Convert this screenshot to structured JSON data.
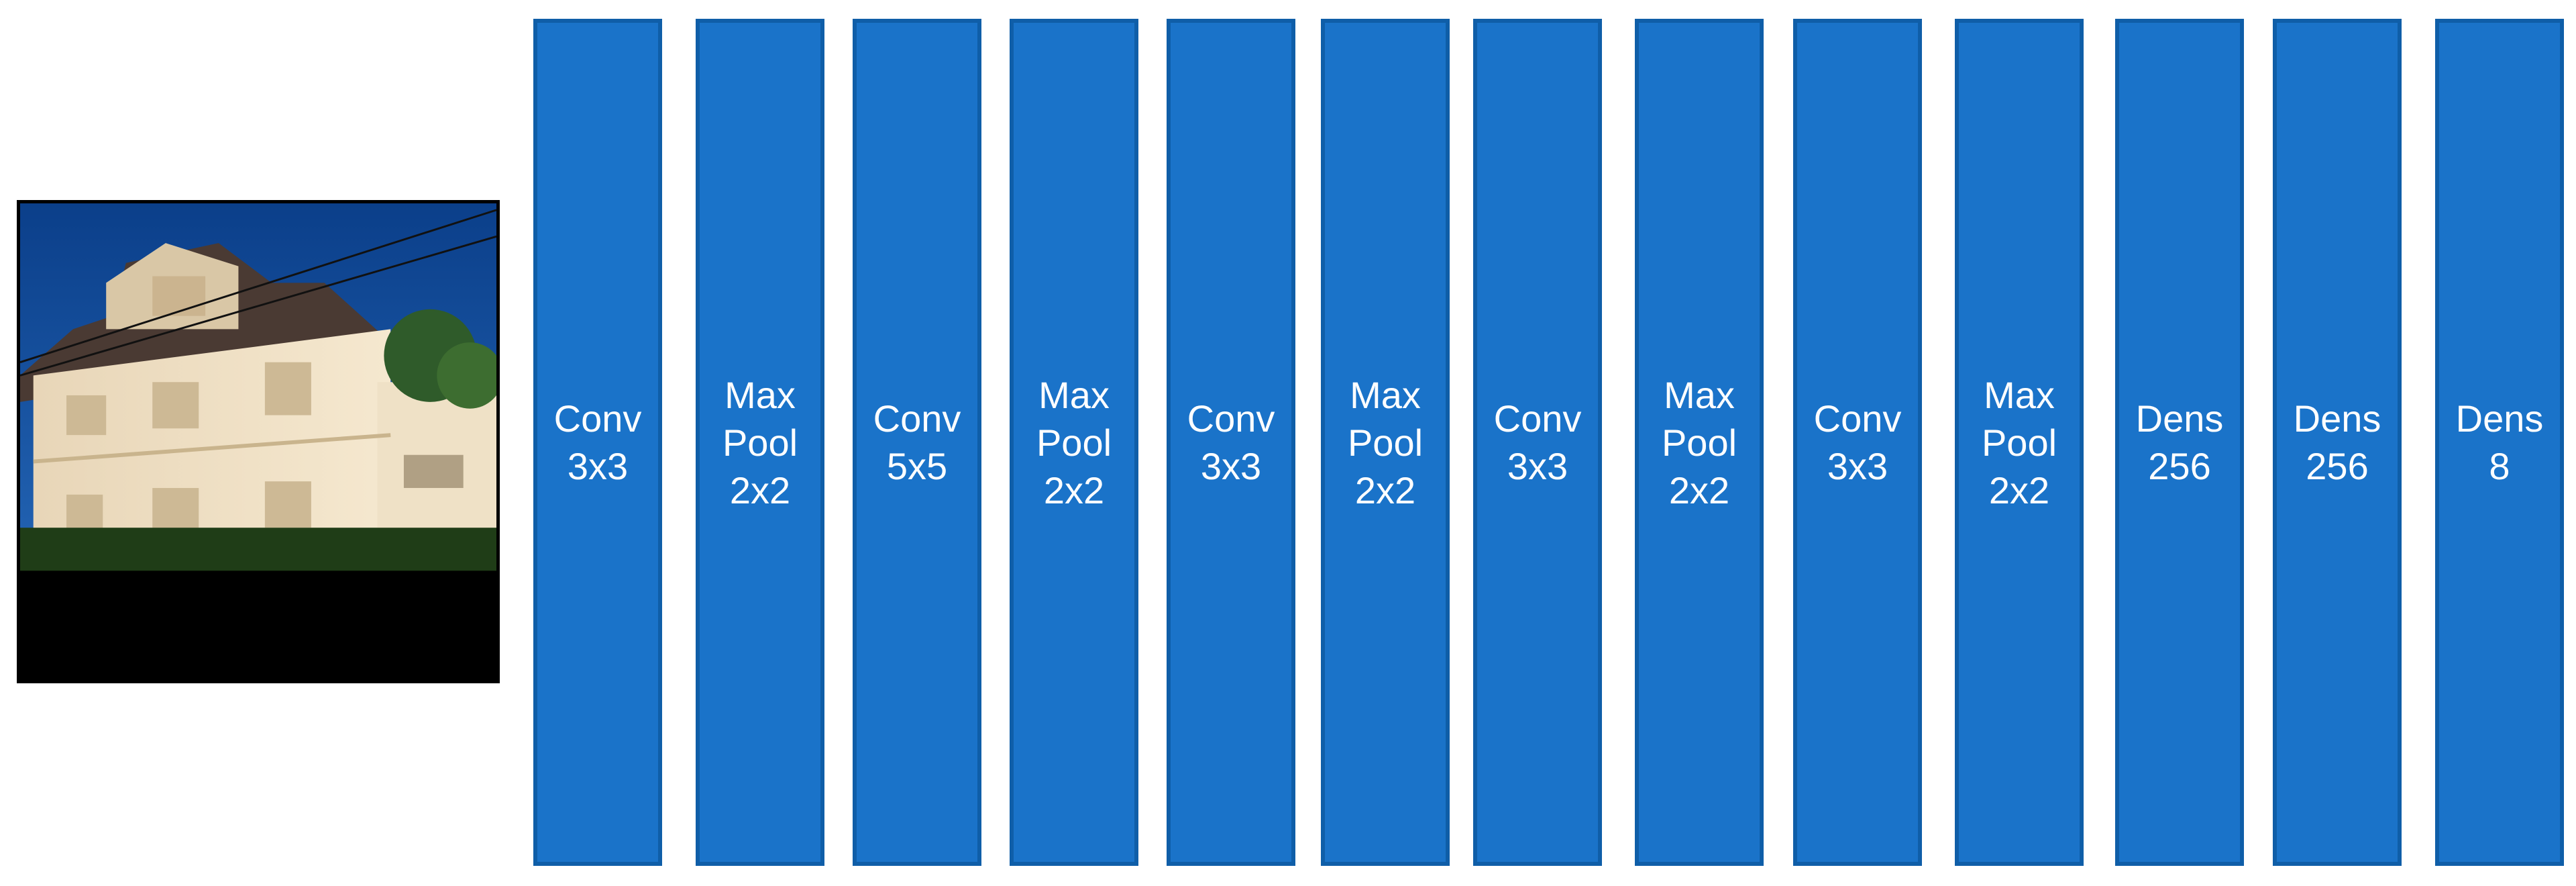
{
  "input_image": {
    "icon": "house-photo-icon"
  },
  "layers": [
    {
      "lines": [
        "Conv",
        "3x3"
      ]
    },
    {
      "lines": [
        "Max",
        "Pool",
        "2x2"
      ]
    },
    {
      "lines": [
        "Conv",
        "5x5"
      ]
    },
    {
      "lines": [
        "Max",
        "Pool",
        "2x2"
      ]
    },
    {
      "lines": [
        "Conv",
        "3x3"
      ]
    },
    {
      "lines": [
        "Max",
        "Pool",
        "2x2"
      ]
    },
    {
      "lines": [
        "Conv",
        "3x3"
      ]
    },
    {
      "lines": [
        "Max",
        "Pool",
        "2x2"
      ]
    },
    {
      "lines": [
        "Conv",
        "3x3"
      ]
    },
    {
      "lines": [
        "Max",
        "Pool",
        "2x2"
      ]
    },
    {
      "lines": [
        "Dens",
        "256"
      ]
    },
    {
      "lines": [
        "Dens",
        "256"
      ]
    },
    {
      "lines": [
        "Dens",
        "8"
      ]
    }
  ],
  "colors": {
    "layer_fill": "#1a73c9",
    "layer_border": "#0f5ea8",
    "layer_text": "#ffffff"
  }
}
